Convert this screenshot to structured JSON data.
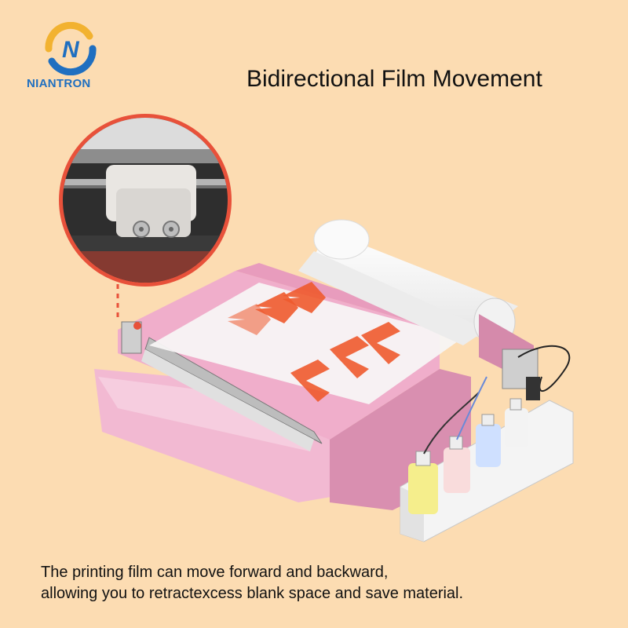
{
  "brand": {
    "name": "NIANTRON",
    "logo_icon": "n-swoosh-logo",
    "colors": {
      "blue": "#1f6fc0",
      "gold": "#f2b230"
    }
  },
  "headline": "Bidirectional Film Movement",
  "caption": {
    "line1": "The printing film can move forward and backward,",
    "line2": "allowing you to retractexcess blank space and save material."
  },
  "illustration": {
    "subject": "pink DTF printer with film roll and ink tank",
    "arrows_color": "#ee5a2e",
    "accent_color": "#e8513a",
    "body_color": "#f2b9d2"
  }
}
